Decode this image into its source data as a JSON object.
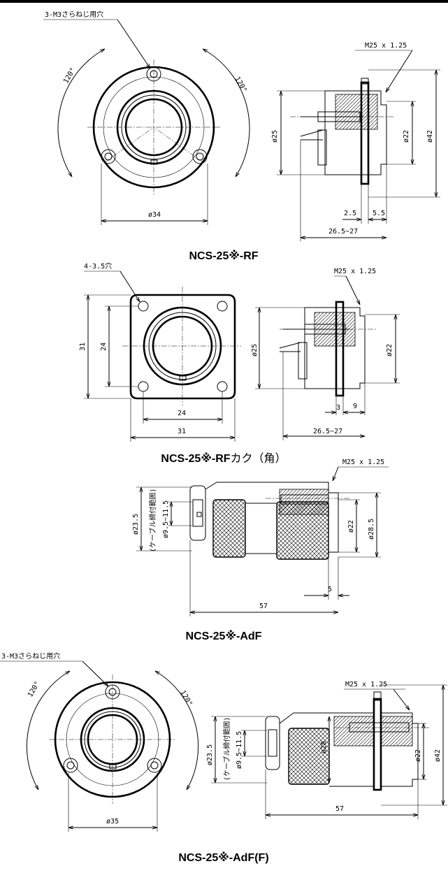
{
  "diagrams": [
    {
      "title": "NCS-25※-RF",
      "labels": {
        "hole_note": "3-M3さらねじ用穴",
        "angle_left": "120°",
        "angle_right": "120°",
        "flange_dia": "ø34",
        "thread": "M25 x 1.25",
        "body_dia": "ø25",
        "inner_dia": "ø22",
        "outer_dia": "ø42",
        "dim_a": "2.5",
        "dim_b": "5.5",
        "length": "26.5~27"
      }
    },
    {
      "title": "NCS-25※-RF",
      "title_suffix": "カク（角）",
      "labels": {
        "hole_note": "4-3.5穴",
        "outer_v": "31",
        "pitch_v": "24",
        "pitch_h": "24",
        "outer_h": "31",
        "thread": "M25 x 1.25",
        "body_dia": "ø25",
        "inner_dia": "ø22",
        "dim_a": "3",
        "dim_b": "9",
        "length": "26.5~27"
      }
    },
    {
      "title": "NCS-25※-AdF",
      "labels": {
        "thread": "M25 x 1.25",
        "clamp_dia": "ø23.5",
        "cable_range_note": "(ケーブル締付範囲)",
        "cable_range": "ø9.5~11.5",
        "inner_dia": "ø22",
        "outer_dia": "ø28.5",
        "dim_a": "5",
        "length": "57"
      }
    },
    {
      "title": "NCS-25※-AdF(F)",
      "labels": {
        "hole_note": "3-M3さらねじ用穴",
        "angle_left": "120°",
        "angle_right": "120°",
        "flange_dia": "ø35",
        "thread": "M25 x 1.25",
        "clamp_dia": "ø23.5",
        "cable_range_note": "(ケーブル締付範囲)",
        "cable_range": "ø9.5~11.5",
        "body_dia": "ø28",
        "inner_dia": "ø22",
        "outer_dia": "ø42",
        "length": "57"
      }
    }
  ]
}
